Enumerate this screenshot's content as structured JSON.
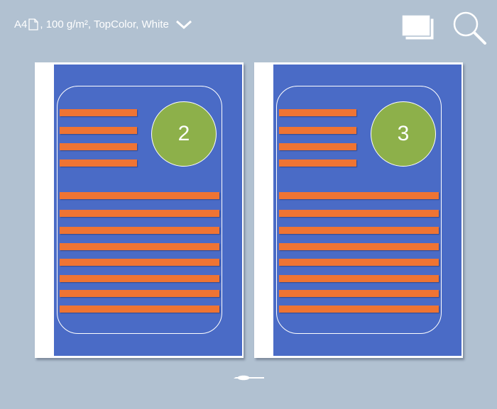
{
  "header": {
    "paper_size": "A4",
    "paper_details": ", 100 g/m², TopColor, White"
  },
  "pages": [
    {
      "number": "2"
    },
    {
      "number": "3"
    }
  ],
  "colors": {
    "background": "#b1c1d1",
    "page_fill": "#4a6bc6",
    "bars": "#ef7433",
    "circle": "#8db04a"
  }
}
